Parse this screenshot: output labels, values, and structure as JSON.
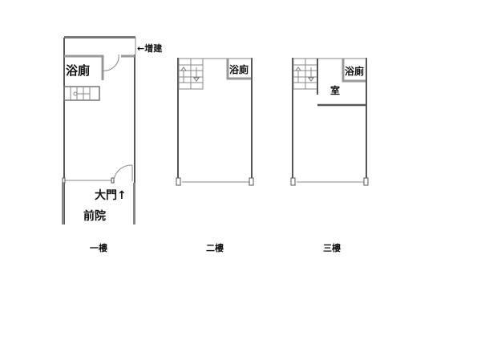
{
  "floors": [
    {
      "label": "一樓",
      "rooms": {
        "bath": "浴廁"
      },
      "annotations": {
        "extension": "←增建",
        "gate": "大門↑",
        "yard": "前院"
      }
    },
    {
      "label": "二樓",
      "rooms": {
        "bath": "浴廁"
      }
    },
    {
      "label": "三樓",
      "rooms": {
        "bath": "浴廁",
        "room": "室"
      }
    }
  ]
}
